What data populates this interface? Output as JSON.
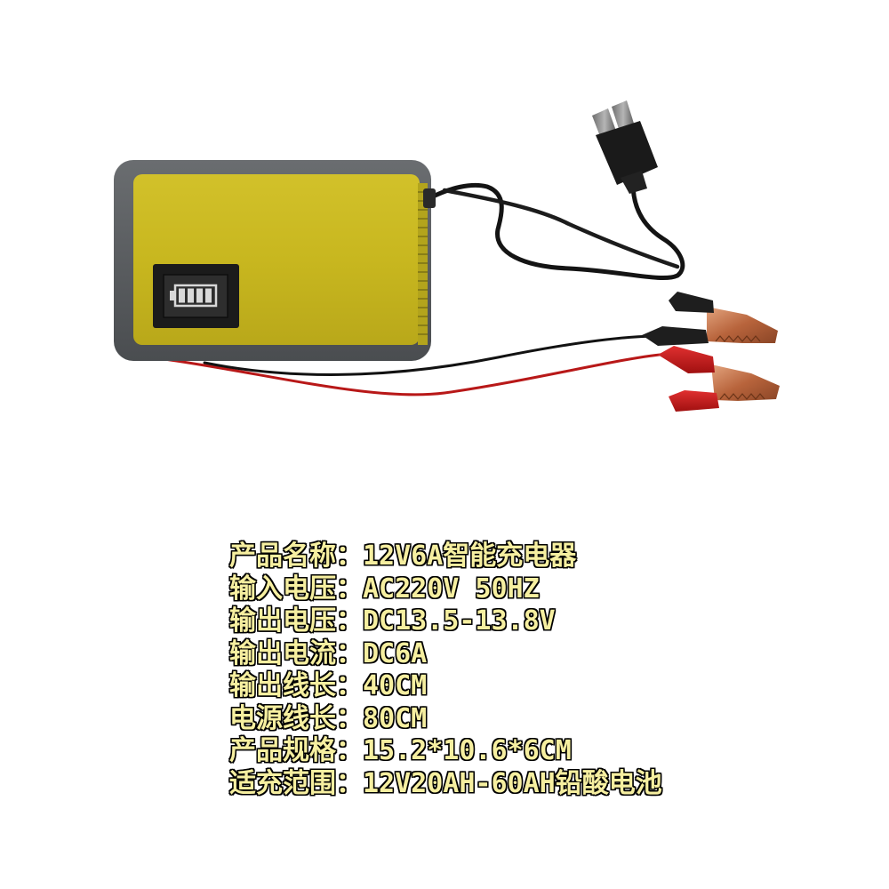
{
  "charger": {
    "display": {
      "battery_level_bars": 4,
      "battery_total_bars": 4
    }
  },
  "specs": [
    {
      "label": "产品名称：",
      "value": "12V6A智能充电器"
    },
    {
      "label": "输入电压：",
      "value": "AC220V 50HZ"
    },
    {
      "label": "输出电压：",
      "value": "DC13.5-13.8V"
    },
    {
      "label": "输出电流：",
      "value": "DC6A"
    },
    {
      "label": "输出线长：",
      "value": "40CM"
    },
    {
      "label": "电源线长：",
      "value": "80CM"
    },
    {
      "label": "产品规格：",
      "value": "15.2*10.6*6CM"
    },
    {
      "label": "适充范围：",
      "value": "12V20AH-60AH铅酸电池"
    }
  ],
  "colors": {
    "background": "#ffffff",
    "spec_text": "#f6efa0",
    "spec_outline": "#000000",
    "charger_face": "#c8b71f",
    "charger_bumper": "#55585b",
    "red_wire": "#b81818",
    "black_wire": "#121212"
  }
}
